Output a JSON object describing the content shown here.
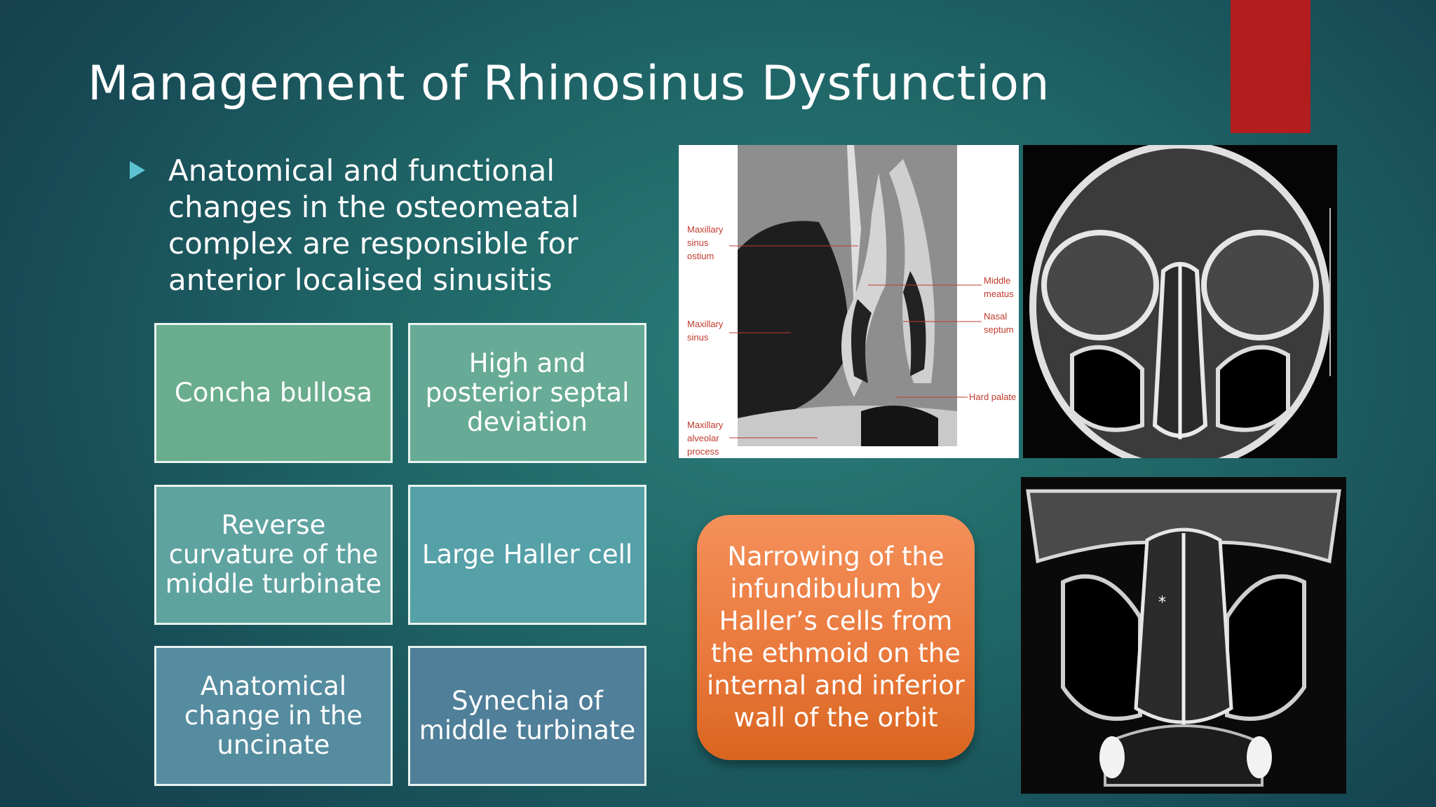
{
  "slide": {
    "title": "Management of Rhinosinus Dysfunction",
    "bullet": "Anatomical and functional changes  in the osteomeatal complex are responsible for anterior localised sinusitis",
    "boxes": [
      "Concha bullosa",
      "High and posterior septal deviation",
      "Reverse curvature of the middle turbinate",
      "Large Haller cell",
      "Anatomical change in the uncinate",
      "Synechia of middle turbinate"
    ],
    "callout": "Narrowing of the infundibulum by Haller’s cells from the ethmoid on the internal and inferior wall of the orbit",
    "accent_color": "#b31d1d",
    "callout_color": "#ea7a3e"
  },
  "figure_a": {
    "labels": {
      "maxillary_sinus_ostium": [
        "Maxillary",
        "sinus",
        "ostium"
      ],
      "maxillary_sinus": [
        "Maxillary",
        "sinus"
      ],
      "maxillary_alveolar_process": [
        "Maxillary",
        "alveolar",
        "process"
      ],
      "middle_meatus": [
        "Middle",
        "meatus"
      ],
      "nasal_septum": [
        "Nasal",
        "septum"
      ],
      "hard_palate": "Hard palate"
    }
  },
  "figure_c": {
    "marker": "*"
  }
}
